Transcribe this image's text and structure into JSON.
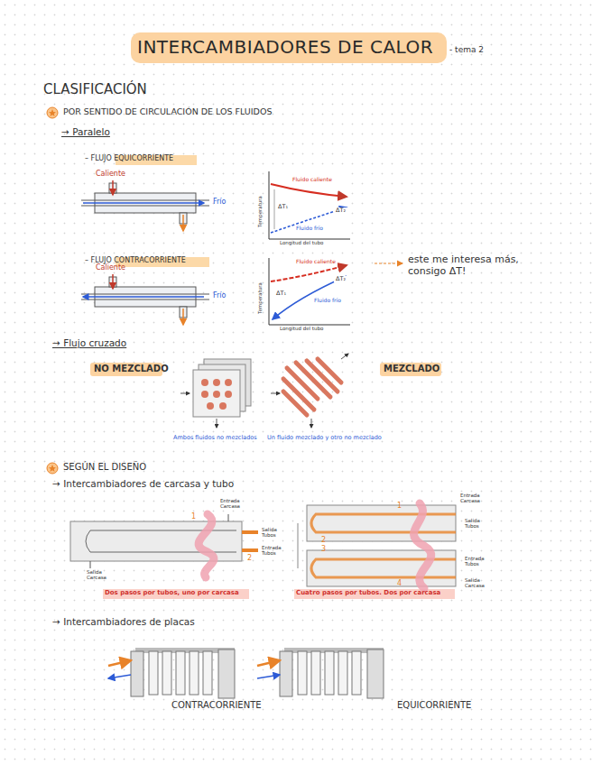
{
  "diagram": {
    "title": "INTERCAMBIADORES DE CALOR",
    "labels": [
      "- tema 2",
      "CLASIFICACIÓN",
      "POR SENTIDO DE CIRCULACIÓN DE LOS FLUIDOS",
      "→ Paralelo",
      "– FLUJO EQUICORRIENTE",
      "Caliente",
      "Frío",
      "Fluido caliente",
      "ΔT₁",
      "Fluido frío",
      "ΔT₂",
      "Temperatura",
      "Longitud del tubo",
      "– FLUJO CONTRACORRIENTE",
      "Caliente",
      "Frío",
      "Fluido caliente",
      "ΔT₁",
      "Fluido frío",
      "ΔT₂",
      "Temperatura",
      "Longitud del tubo",
      "este me interesa más, consigo ΔT!",
      "→ Flujo cruzado",
      "NO MEZCLADO",
      "MEZCLADO",
      "Ambos fluidos no mezclados",
      "Un fluido mezclado y otro no mezclado",
      "SEGÚN EL DISEÑO",
      "→ Intercambiadores de carcasa y tubo",
      "Entrada Carcasa",
      "Salida Tubos",
      "Entrada Tubos",
      "Salida Carcasa",
      "Dos pasos por tubos, uno por carcasa",
      "Entrada Carcasa",
      "Salida Tubos",
      "Entrada Tubos",
      "Salida Carcasa",
      "Cuatro pasos por tubos. Dos por carcasa",
      "1",
      "2",
      "1",
      "2",
      "3",
      "4",
      "→ Intercambiadores de placas",
      "CONTRACORRIENTE",
      "EQUICORRIENTE"
    ]
  }
}
